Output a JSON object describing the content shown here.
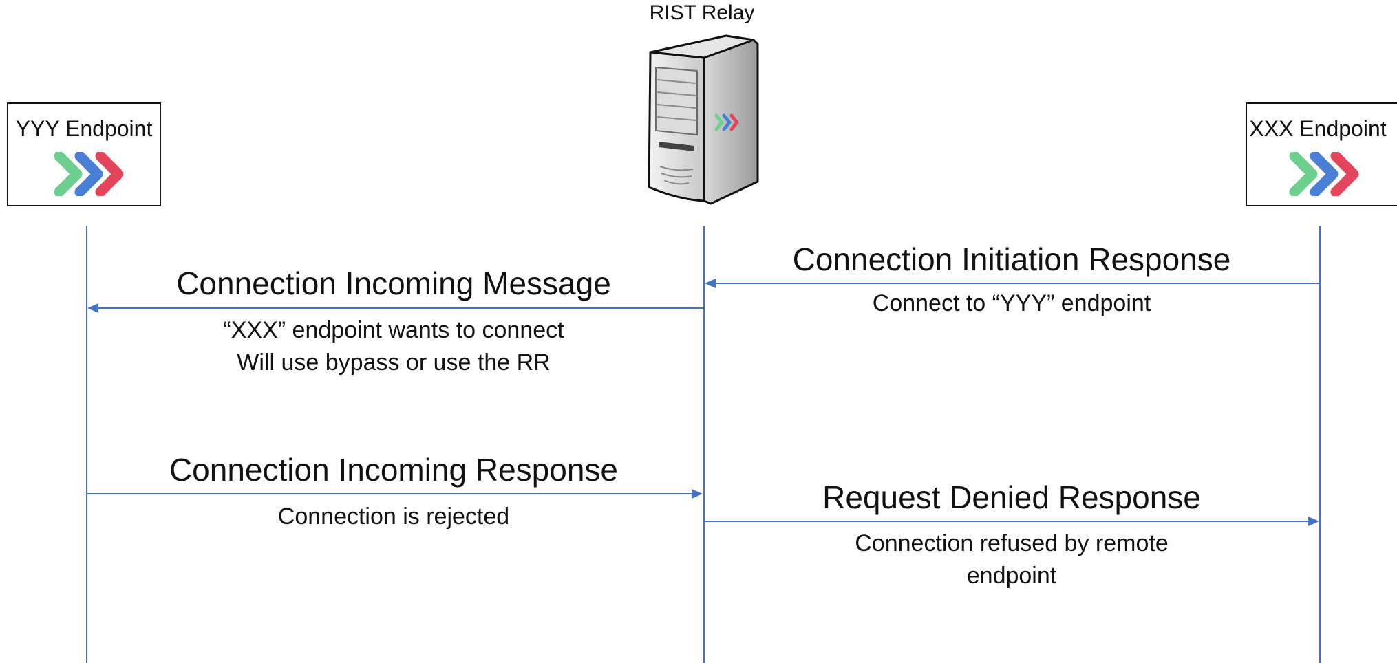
{
  "participants": {
    "left": {
      "label": "YYY Endpoint",
      "icon": "rist-chevrons-icon"
    },
    "middle": {
      "label": "RIST Relay",
      "icon": "server-icon"
    },
    "right": {
      "label": "XXX Endpoint",
      "icon": "rist-chevrons-icon"
    }
  },
  "colors": {
    "line": "#4472c4",
    "chevron_green": "#6dcf8f",
    "chevron_blue": "#4a7fd6",
    "chevron_red": "#e2455c"
  },
  "messages": {
    "m1": {
      "title": "Connection Initiation Response",
      "note": "Connect to “YYY” endpoint",
      "direction": "XXX Endpoint → RIST Relay"
    },
    "m2": {
      "title": "Connection Incoming Message",
      "note_line1": "“XXX” endpoint wants to connect",
      "note_line2": "Will use bypass or use the RR",
      "direction": "RIST Relay → YYY Endpoint"
    },
    "m3": {
      "title": "Connection Incoming Response",
      "note": "Connection is rejected",
      "direction": "YYY Endpoint → RIST Relay"
    },
    "m4": {
      "title": "Request Denied Response",
      "note_line1": "Connection refused by remote",
      "note_line2": "endpoint",
      "direction": "RIST Relay → XXX Endpoint"
    }
  }
}
